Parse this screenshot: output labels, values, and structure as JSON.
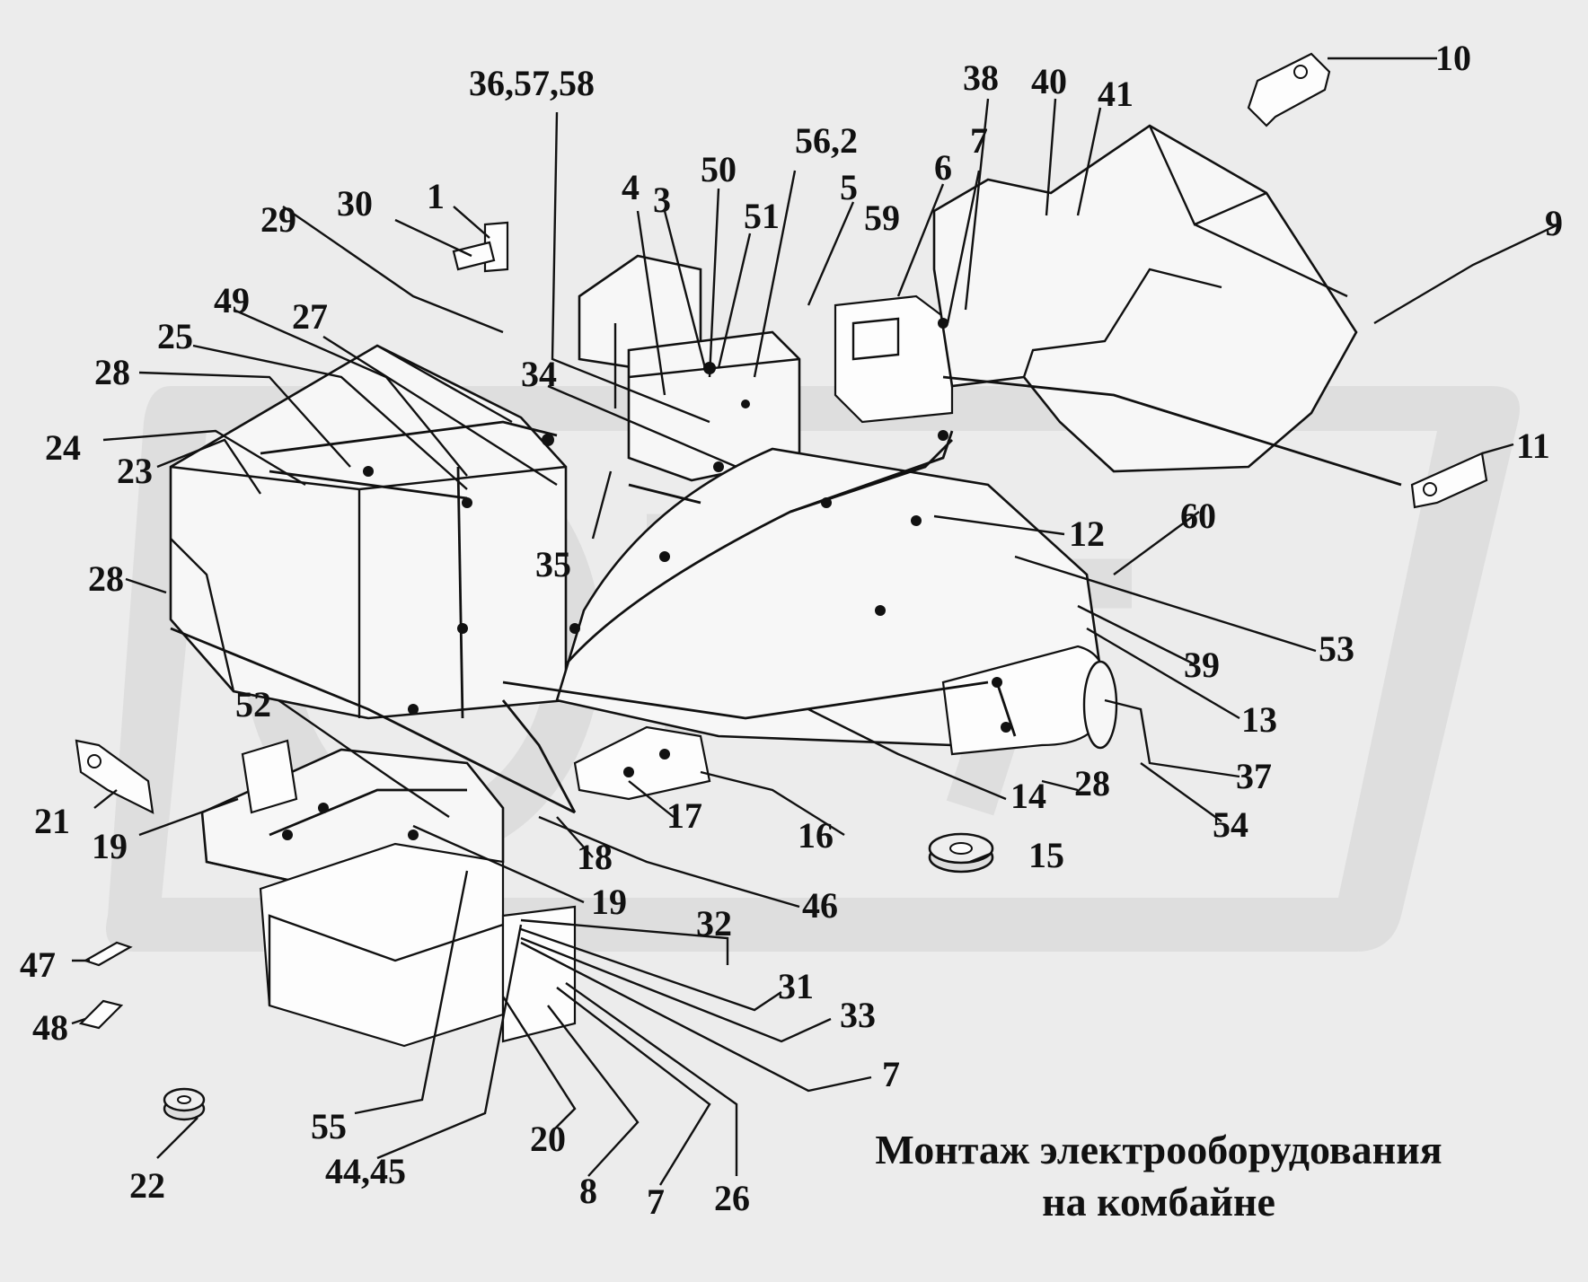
{
  "caption": {
    "line1": "Монтаж электрооборудования",
    "line2": "на комбайне"
  },
  "callouts": {
    "c10": "10",
    "c11": "11",
    "c9": "9",
    "c38": "38",
    "c40": "40",
    "c41": "41",
    "c7a": "7",
    "c6": "6",
    "c5": "5",
    "c59": "59",
    "c56_2": "56,2",
    "c50": "50",
    "c51": "51",
    "c4": "4",
    "c3": "3",
    "c36": "36,57,58",
    "c34": "34",
    "c1": "1",
    "c30": "30",
    "c29": "29",
    "c49": "49",
    "c27": "27",
    "c25": "25",
    "c28a": "28",
    "c24": "24",
    "c23": "23",
    "c28b": "28",
    "c35": "35",
    "c12": "12",
    "c60": "60",
    "c53": "53",
    "c39": "39",
    "c13": "13",
    "c37": "37",
    "c54": "54",
    "c28c": "28",
    "c14": "14",
    "c15": "15",
    "c16": "16",
    "c17": "17",
    "c18": "18",
    "c19a": "19",
    "c19b": "19",
    "c46": "46",
    "c52": "52",
    "c21": "21",
    "c47": "47",
    "c48": "48",
    "c22": "22",
    "c32": "32",
    "c31": "31",
    "c33": "33",
    "c7b": "7",
    "c55": "55",
    "c44": "44,45",
    "c20": "20",
    "c8": "8",
    "c7c": "7",
    "c26": "26"
  }
}
